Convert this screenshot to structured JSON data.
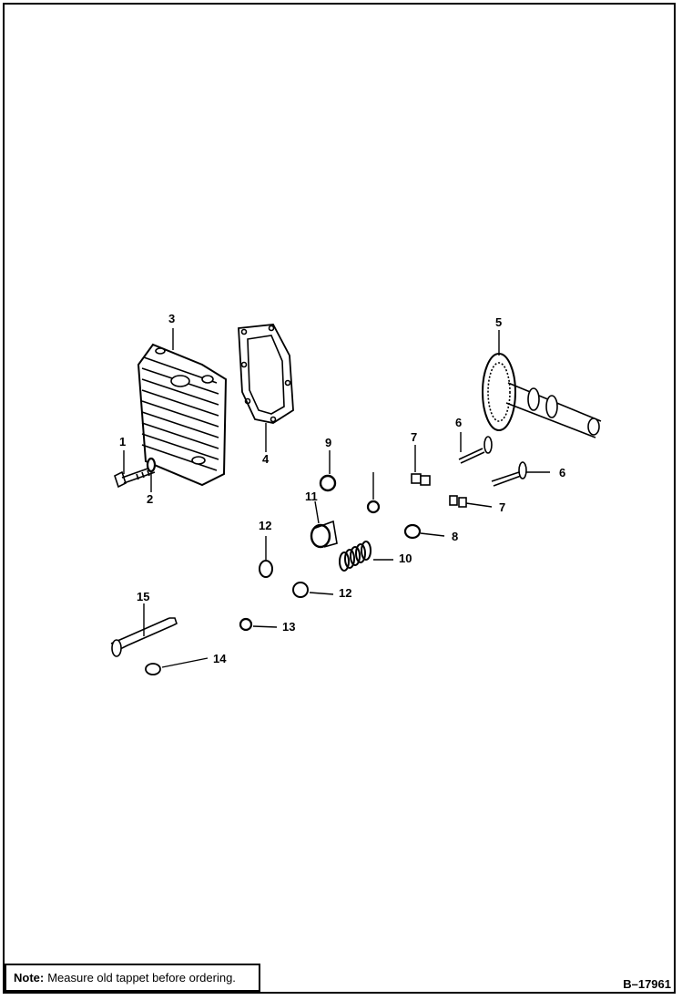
{
  "callouts": {
    "c1": "1",
    "c2": "2",
    "c3": "3",
    "c4": "4",
    "c5": "5",
    "c6a": "6",
    "c6b": "6",
    "c7a": "7",
    "c7b": "7",
    "c8": "8",
    "c9": "9",
    "c10": "10",
    "c11": "11",
    "c12a": "12",
    "c12b": "12",
    "c13": "13",
    "c14": "14",
    "c15": "15"
  },
  "note": {
    "label": "Note:",
    "text": "Measure old tappet before ordering."
  },
  "figure_id": "B–17961"
}
